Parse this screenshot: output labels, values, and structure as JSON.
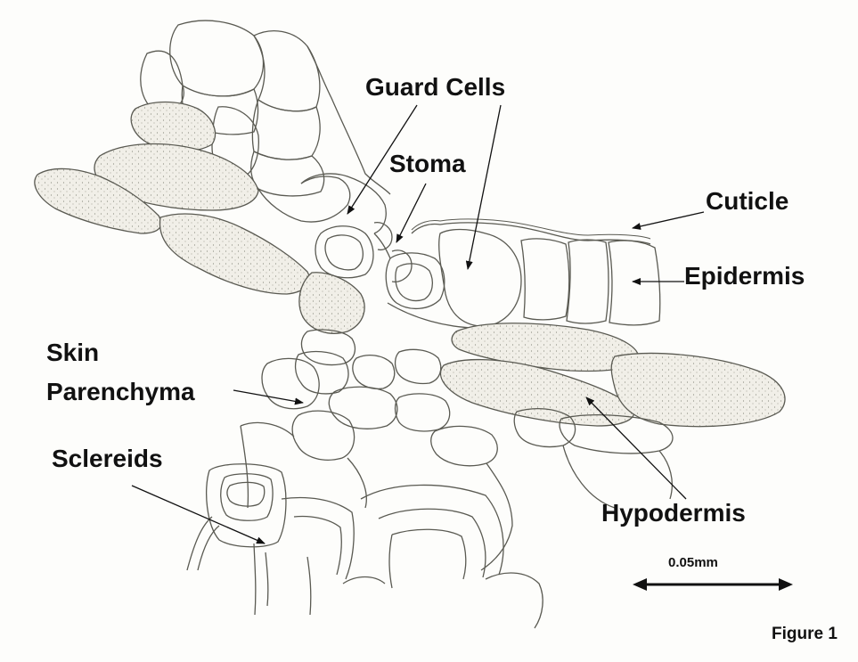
{
  "labels": {
    "guard_cells": "Guard Cells",
    "stoma": "Stoma",
    "cuticle": "Cuticle",
    "epidermis": "Epidermis",
    "skin_parenchyma_line1": "Skin",
    "skin_parenchyma_line2": "Parenchyma",
    "sclereids": "Sclereids",
    "hypodermis": "Hypodermis",
    "scale_bar": "0.05mm",
    "figure": "Figure 1"
  },
  "colors": {
    "ink": "#111111",
    "cell_outline": "#5a5a52",
    "stipple": "#8a8a80"
  }
}
